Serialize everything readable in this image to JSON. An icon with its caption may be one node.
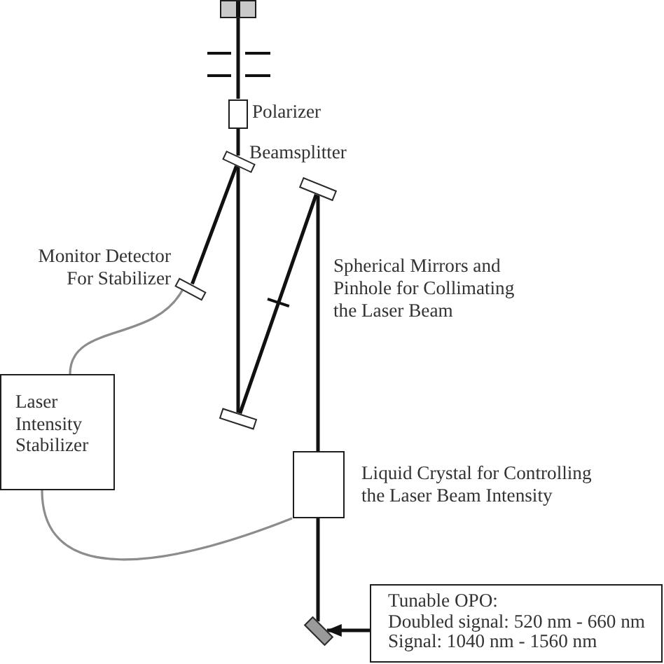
{
  "diagram": {
    "nodes": [
      {
        "text": [],
        "shape": "box"
      },
      {
        "text": [],
        "shape": "box",
        "beside": [
          "Polarizer"
        ]
      },
      {
        "text": [],
        "shape": "bar",
        "beside": [
          "Beamsplitter"
        ]
      },
      {
        "text": [],
        "shape": "bar"
      },
      {
        "text": [],
        "shape": "bar",
        "beside": [
          "Monitor Detector For Stabilizer"
        ]
      },
      {
        "text": [
          "Laser Intensity Stabilizer"
        ]
      },
      {
        "text": [],
        "shape": "bar"
      },
      {
        "text": [],
        "shape": "box",
        "beside": [
          "Liquid Crystal for Controlling the Laser Beam Intensity"
        ]
      },
      {
        "text": [],
        "shape": "bar"
      },
      {
        "text": [
          "Tunable OPO:",
          "Doubled signal: 520 nm - 660 nm",
          "Signal: 1040 nm - 1560 nm"
        ]
      }
    ],
    "edges": [
      {
        "from": 9,
        "to": 8,
        "arrow": "to"
      },
      {
        "from": 8,
        "to": 7,
        "arrow": "none"
      },
      {
        "from": 7,
        "to": 3,
        "arrow": "none"
      },
      {
        "from": 3,
        "to": 6,
        "arrow": "none"
      },
      {
        "from": 6,
        "to": 2,
        "arrow": "none"
      },
      {
        "from": 2,
        "to": 1,
        "arrow": "none"
      },
      {
        "from": 1,
        "to": 0,
        "arrow": "none"
      },
      {
        "from": 2,
        "to": 4,
        "arrow": "none"
      },
      {
        "from": 4,
        "to": 5,
        "arrow": "none",
        "color": "#8c8c8c"
      },
      {
        "from": 5,
        "to": 7,
        "arrow": "none",
        "color": "#8c8c8c"
      }
    ],
    "labels": [
      "Spherical Mirrors and Pinhole for Collimating the Laser Beam"
    ]
  }
}
